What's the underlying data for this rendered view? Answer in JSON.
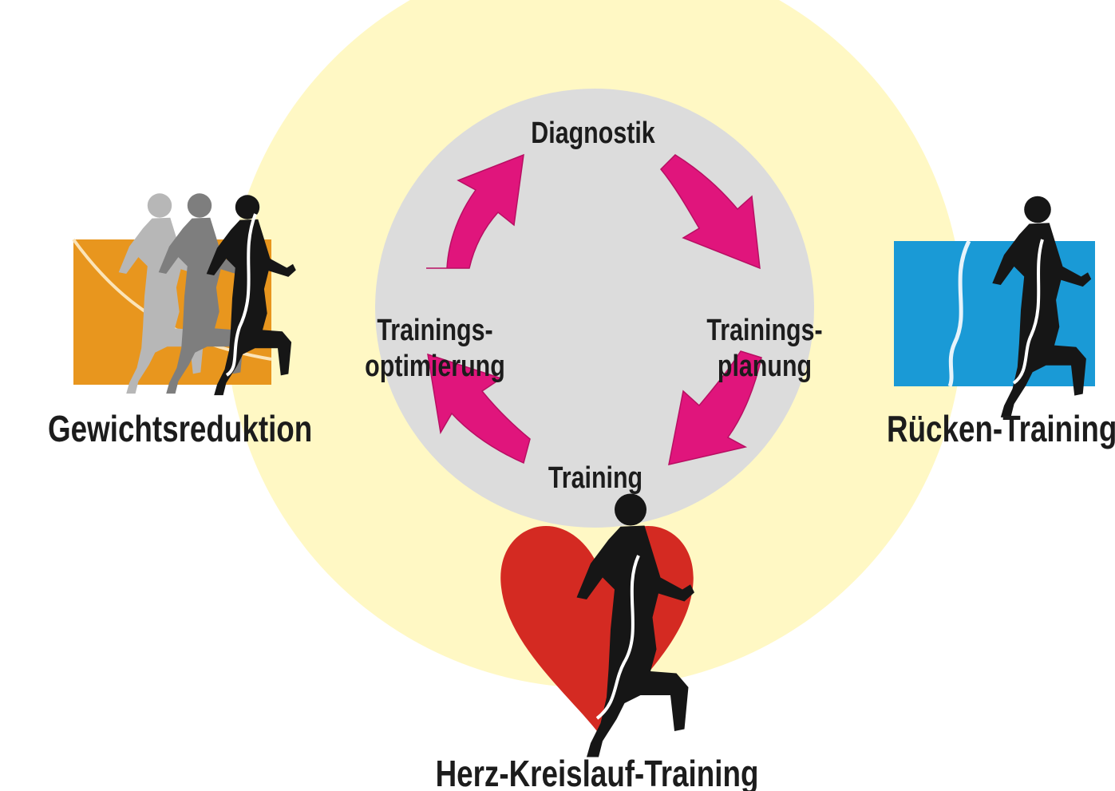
{
  "header": {
    "title": "Gesundheitsorientiertes Fitness-Training"
  },
  "cycle": {
    "steps": [
      {
        "label": "Diagnostik"
      },
      {
        "label": "Trainings-\nplanung"
      },
      {
        "label": "Training"
      },
      {
        "label": "Trainings-\noptimierung"
      }
    ]
  },
  "areas": [
    {
      "label": "Gewichtsreduktion",
      "icon": "running-figures-orange-panel-icon"
    },
    {
      "label": "Rücken-Training",
      "icon": "runner-blue-panel-icon"
    },
    {
      "label": "Herz-Kreislauf-Training",
      "icon": "runner-heart-icon"
    }
  ],
  "colors": {
    "outer_circle": "#fff8c4",
    "inner_circle": "#dcdcdc",
    "arrows": "#e0157c",
    "orange_panel": "#e8961e",
    "blue_panel": "#1a9ad6",
    "heart": "#d42a22",
    "runner": "#161616",
    "text": "#1c1c1c"
  }
}
